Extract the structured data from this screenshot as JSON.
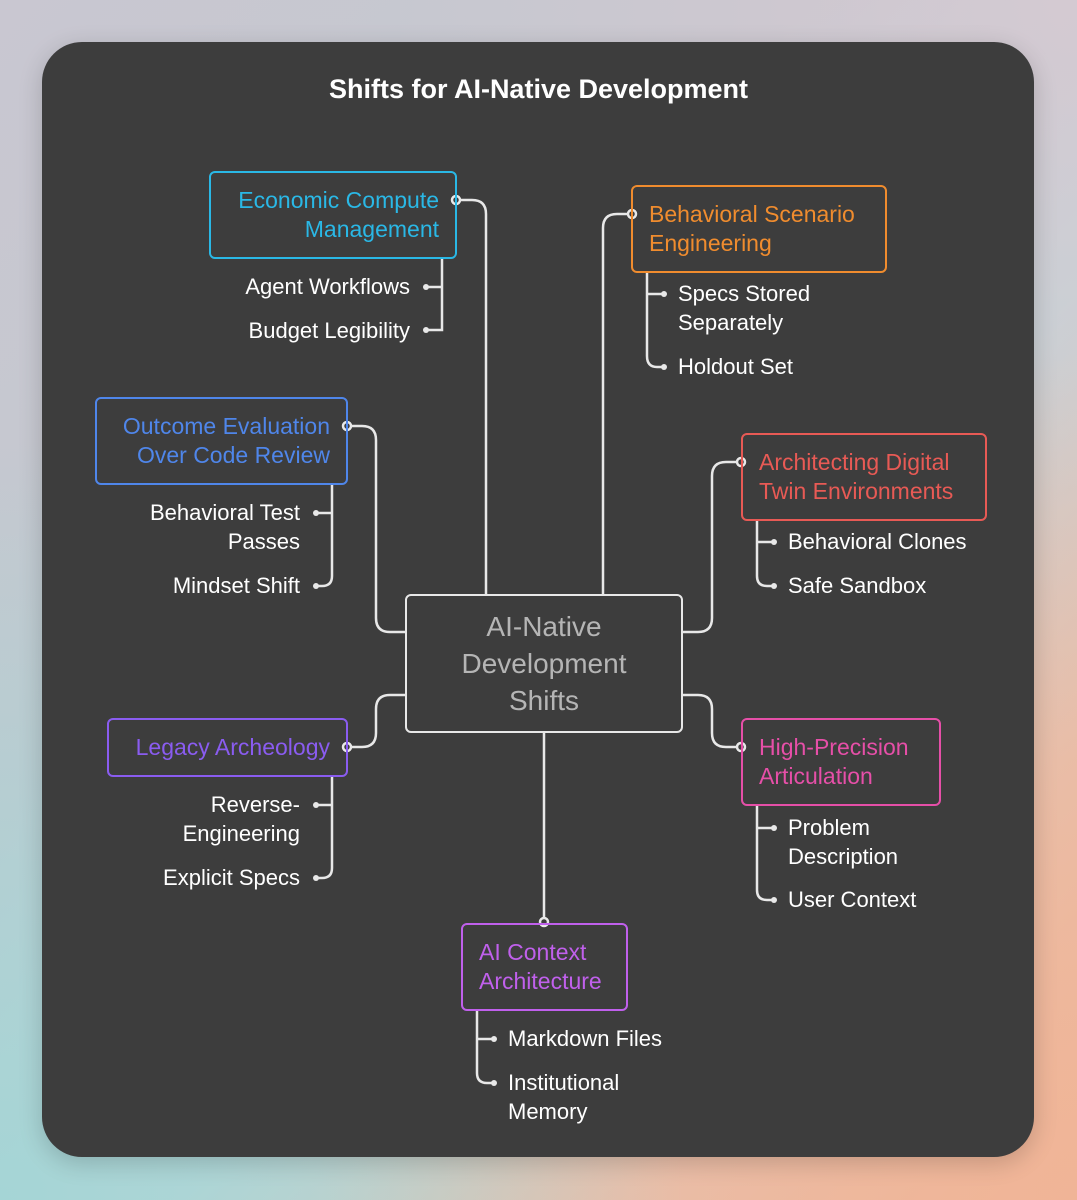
{
  "title": "Shifts for AI-Native Development",
  "center": {
    "line1": "AI-Native",
    "line2": "Development",
    "line3": "Shifts"
  },
  "colors": {
    "cyan": "#2ab8e6",
    "orange": "#f08c2e",
    "blue": "#4f86ea",
    "red": "#e85a55",
    "purple": "#8a5cf0",
    "pink": "#e64fa8",
    "violet": "#c060ec",
    "card": "#3d3d3d",
    "wire": "#e8e8e8"
  },
  "nodes": {
    "economic": {
      "line1": "Economic Compute",
      "line2": "Management",
      "items": [
        {
          "line1": "Agent Workflows"
        },
        {
          "line1": "Budget Legibility"
        }
      ]
    },
    "behavioral_scenario": {
      "line1": "Behavioral Scenario",
      "line2": "Engineering",
      "items": [
        {
          "line1": "Specs Stored",
          "line2": "Separately"
        },
        {
          "line1": "Holdout Set"
        }
      ]
    },
    "outcome": {
      "line1": "Outcome Evaluation",
      "line2": "Over Code Review",
      "items": [
        {
          "line1": "Behavioral Test",
          "line2": "Passes"
        },
        {
          "line1": "Mindset Shift"
        }
      ]
    },
    "digital_twin": {
      "line1": "Architecting Digital",
      "line2": "Twin Environments",
      "items": [
        {
          "line1": "Behavioral Clones"
        },
        {
          "line1": "Safe Sandbox"
        }
      ]
    },
    "legacy": {
      "line1": "Legacy Archeology",
      "items": [
        {
          "line1": "Reverse-",
          "line2": "Engineering"
        },
        {
          "line1": "Explicit Specs"
        }
      ]
    },
    "precision": {
      "line1": "High-Precision",
      "line2": "Articulation",
      "items": [
        {
          "line1": "Problem",
          "line2": "Description"
        },
        {
          "line1": "User Context"
        }
      ]
    },
    "context": {
      "line1": "AI Context",
      "line2": "Architecture",
      "items": [
        {
          "line1": "Markdown Files"
        },
        {
          "line1": "Institutional",
          "line2": "Memory"
        }
      ]
    }
  }
}
